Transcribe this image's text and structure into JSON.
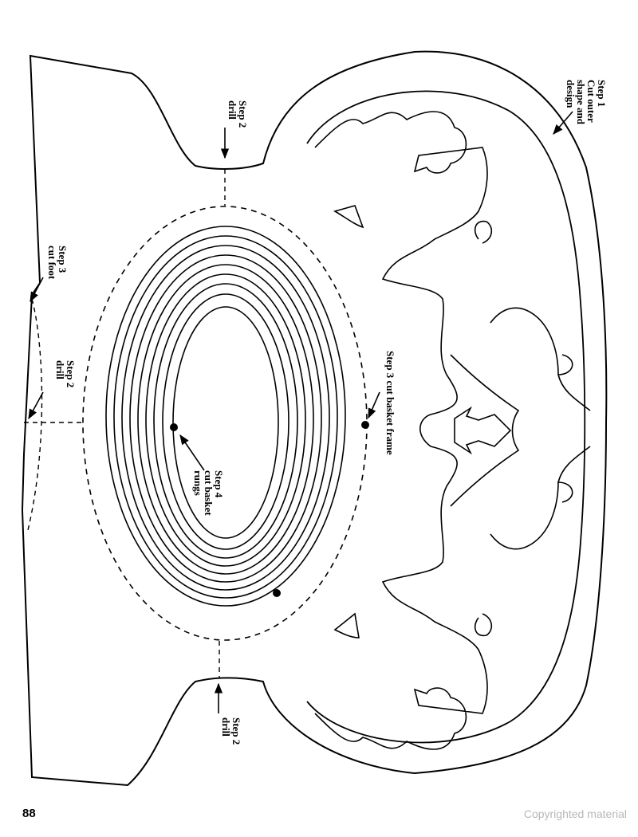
{
  "labels": {
    "step1": [
      "Step 1",
      "Cut outer",
      "shape and",
      "design"
    ],
    "step2_top": [
      "Step 2",
      "drill"
    ],
    "step2_bottom": [
      "Step 2",
      "drill"
    ],
    "step2_left": [
      "Step 2",
      "drill"
    ],
    "step3_foot": [
      "Step 3",
      "cut foot"
    ],
    "step3_frame": [
      "Step 3 cut basket frame"
    ],
    "step4": [
      "Step 4",
      "cut basket",
      "rungs"
    ]
  },
  "footer": {
    "page_number": "88",
    "copyright": "Copyrighted material"
  }
}
